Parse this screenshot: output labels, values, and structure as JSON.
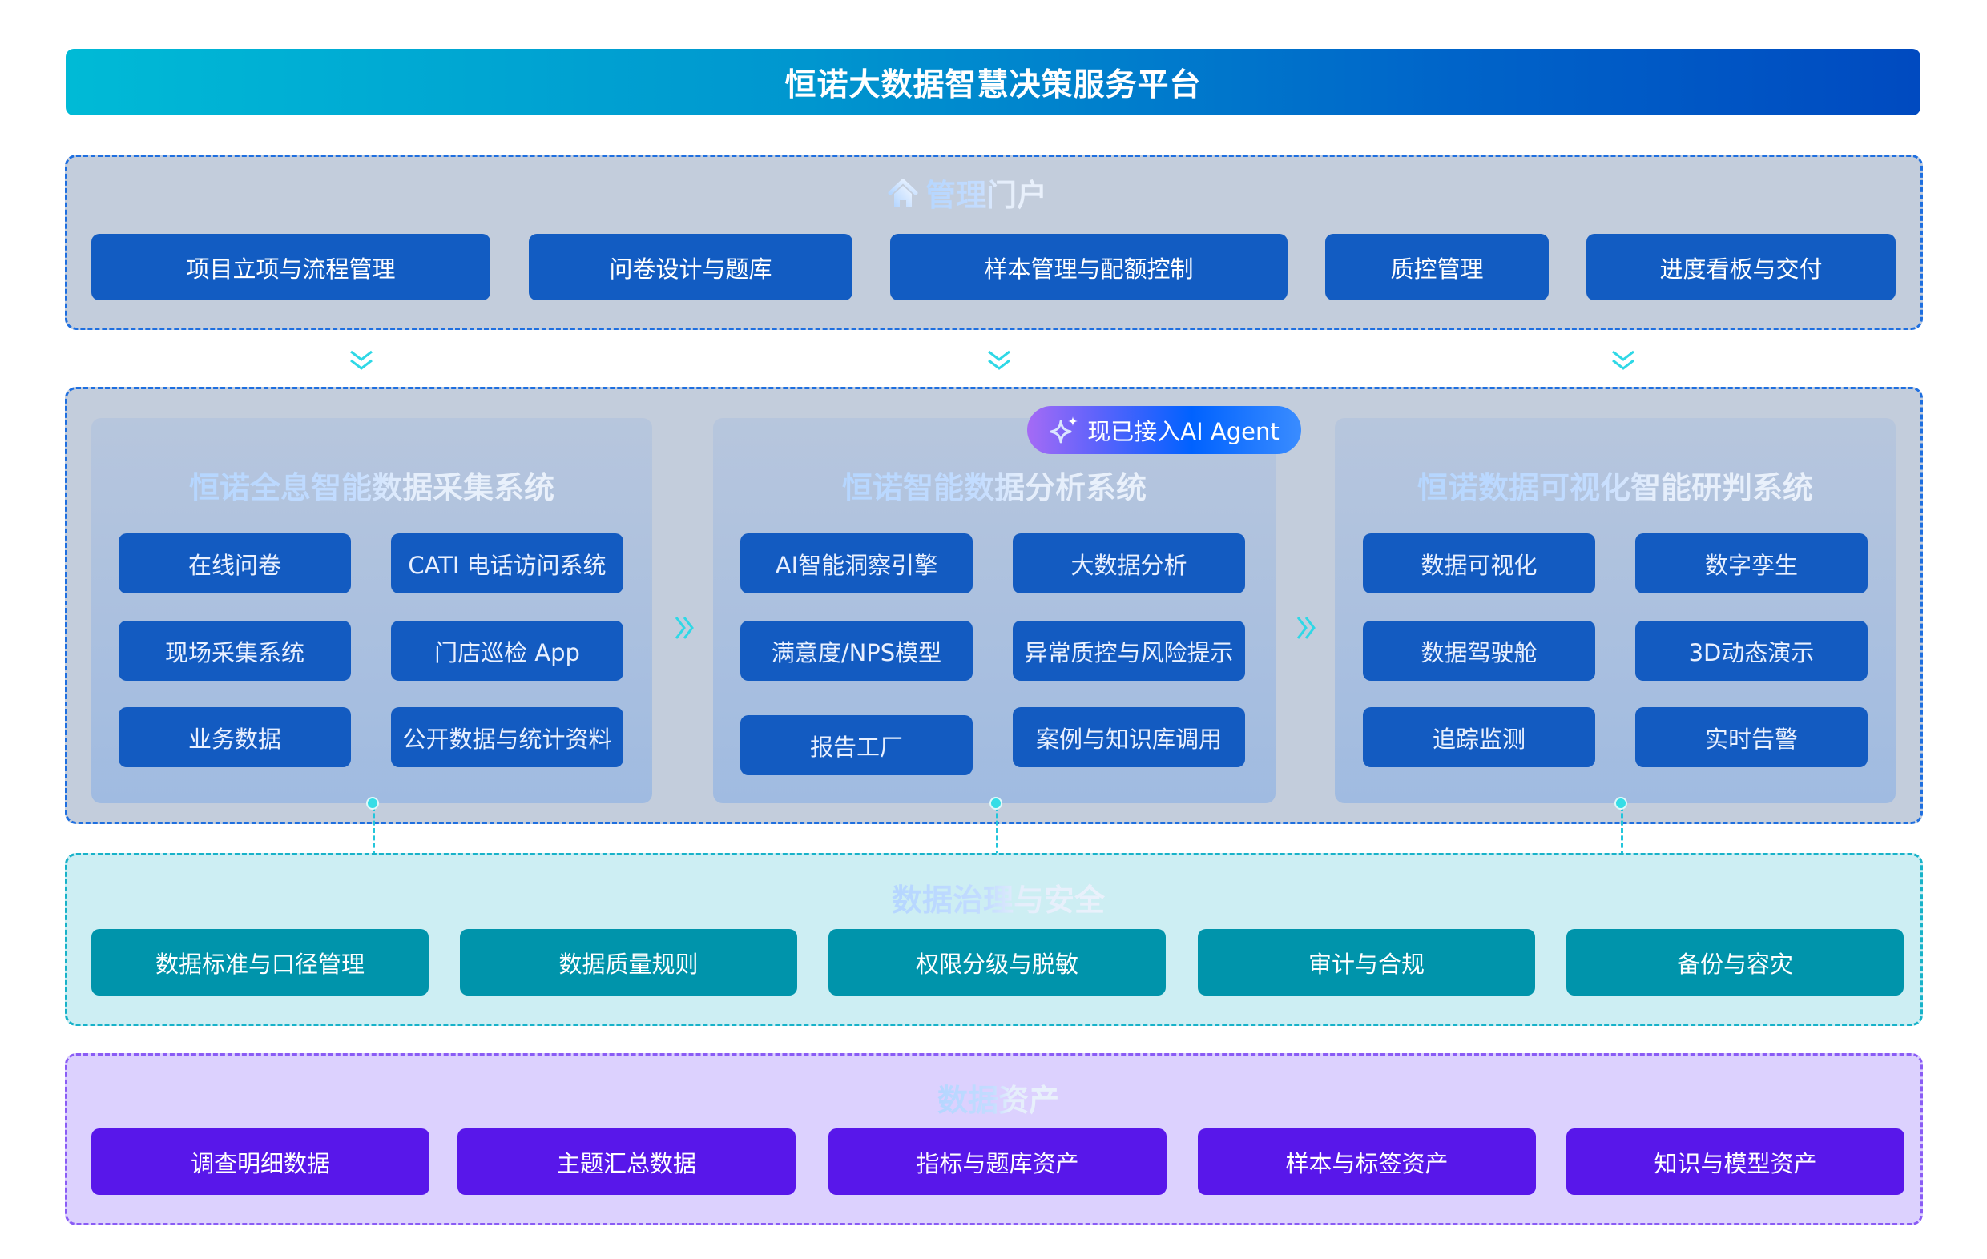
{
  "title": "恒诺大数据智慧决策服务平台",
  "portal": {
    "title": "管理门户",
    "icon": "home-icon",
    "items": [
      "项目立项与流程管理",
      "问卷设计与题库",
      "样本管理与配额控制",
      "质控管理",
      "进度看板与交付"
    ]
  },
  "core": {
    "badge": {
      "icon": "sparkle-icon",
      "label": "现已接入AI Agent"
    },
    "systems": [
      {
        "title": "恒诺全息智能数据采集系统",
        "items": [
          "在线问卷",
          "CATI 电话访问系统",
          "现场采集系统",
          "门店巡检 App",
          "业务数据",
          "公开数据与统计资料"
        ]
      },
      {
        "title": "恒诺智能数据分析系统",
        "items": [
          "AI智能洞察引擎",
          "大数据分析",
          "满意度/NPS模型",
          "异常质控与风险提示",
          "报告工厂",
          "案例与知识库调用"
        ]
      },
      {
        "title": "恒诺数据可视化智能研判系统",
        "items": [
          "数据可视化",
          "数字孪生",
          "数据驾驶舱",
          "3D动态演示",
          "追踪监测",
          "实时告警"
        ]
      }
    ],
    "arrow_glyph": "»",
    "chevron_glyph": "︾"
  },
  "governance": {
    "title": "数据治理与安全",
    "items": [
      "数据标准与口径管理",
      "数据质量规则",
      "权限分级与脱敏",
      "审计与合规",
      "备份与容灾"
    ]
  },
  "assets": {
    "title": "数据资产",
    "items": [
      "调查明细数据",
      "主题汇总数据",
      "指标与题库资产",
      "样本与标签资产",
      "知识与模型资产"
    ]
  },
  "colors": {
    "portal_button": "#125cc2",
    "governance_button": "#0094ab",
    "assets_button": "#5817ea",
    "connector": "#2fd8e6"
  }
}
